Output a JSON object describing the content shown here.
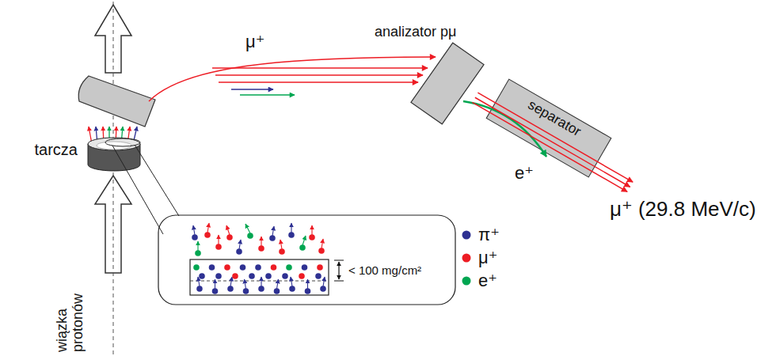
{
  "diagram": {
    "nodes": [
      {
        "text": [
          "tarcza"
        ]
      },
      {
        "text": [
          "analizator pμ"
        ]
      },
      {
        "text": [
          "separator"
        ]
      }
    ],
    "labels": [
      "μ⁺",
      "e⁺",
      "μ⁺ (29.8 MeV/c)",
      "< 100 mg/cm²",
      "wiązka protonów"
    ],
    "legend": [
      {
        "text": "π⁺",
        "color": "#2e3192"
      },
      {
        "text": "μ⁺",
        "color": "#ed1c24"
      },
      {
        "text": "e⁺",
        "color": "#00a651"
      }
    ]
  }
}
